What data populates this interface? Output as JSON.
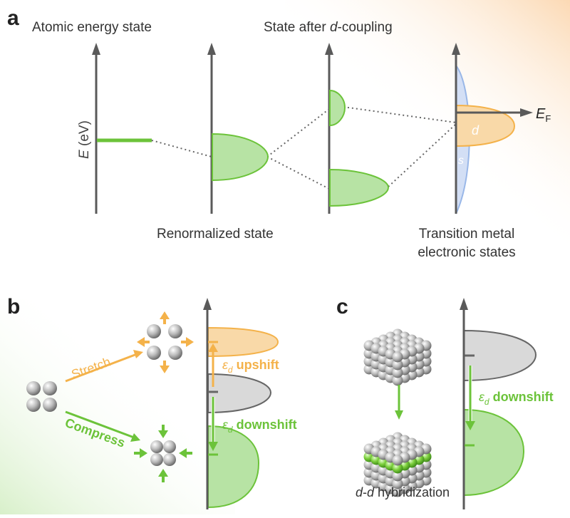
{
  "panel_a": {
    "letter": "a",
    "title_left": "Atomic energy state",
    "title_right_prefix": "State after ",
    "title_right_italic": "d",
    "title_right_suffix": "-coupling",
    "axis_label_italic": "E",
    "axis_label_unit": " (eV)",
    "label_renormalized": "Renormalized state",
    "label_tm_line1": "Transition metal",
    "label_tm_line2": "electronic states",
    "fermi_main": "E",
    "fermi_sub": "F",
    "d_label": "d",
    "s_label": "s"
  },
  "panel_b": {
    "letter": "b",
    "stretch_label": "Stretch",
    "compress_label": "Compress",
    "upshift_symbol": "ε",
    "upshift_sub": "d",
    "upshift_text": " upshift",
    "downshift_symbol": "ε",
    "downshift_sub": "d",
    "downshift_text": " downshift"
  },
  "panel_c": {
    "letter": "c",
    "downshift_symbol": "ε",
    "downshift_sub": "d",
    "downshift_text": " downshift",
    "hybrid_italic1": "d",
    "hybrid_dash": "-",
    "hybrid_italic2": "d",
    "hybrid_text": " hybridization"
  },
  "colors": {
    "axis": "#5a5a5a",
    "green": "#6cc33a",
    "green_fill": "#b7e3a4",
    "orange": "#f4b24a",
    "orange_fill": "#f9d9a8",
    "blue": "#8fb0e6",
    "gray_fill": "#d9d9d9",
    "text": "#333333"
  }
}
